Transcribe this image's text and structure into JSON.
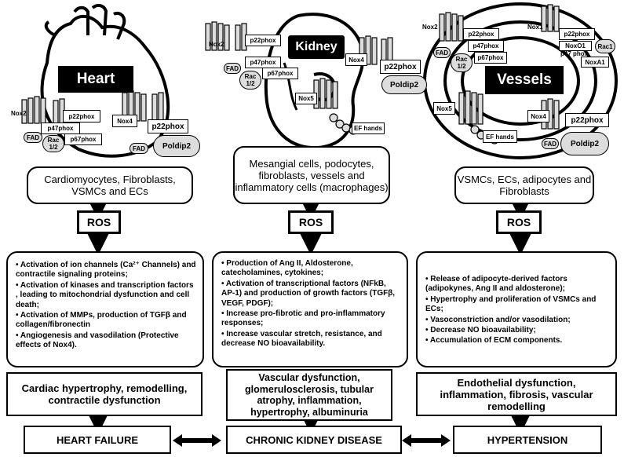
{
  "organs": {
    "heart": {
      "title": "Heart"
    },
    "kidney": {
      "title": "Kidney"
    },
    "vessels": {
      "title": "Vessels"
    }
  },
  "enzyme_labels": {
    "nox1": "Nox1",
    "nox2": "Nox2",
    "nox4": "Nox4",
    "nox5": "Nox5",
    "p22phox": "p22phox",
    "p47phox": "p47phox",
    "p67phox": "p67phox",
    "fad": "FAD",
    "rac": "Rac\n1/2",
    "rac1": "Rac1",
    "noxo1": "NoxO1",
    "p47phox_alt": "p47 phox",
    "noxa1": "NoxA1",
    "poldip2": "Poldip2",
    "ef_hands": "EF hands"
  },
  "cells": {
    "heart": "Cardiomyocytes, Fibroblasts, VSMCs and ECs",
    "kidney": "Mesangial cells, podocytes, fibroblasts, vessels and inflammatory cells (macrophages)",
    "vessels": "VSMCs, ECs, adipocytes and Fibroblasts"
  },
  "ros_label": "ROS",
  "effects": {
    "heart": [
      "• Activation of ion channels (Ca²⁺ Channels) and contractile signaling proteins;",
      "• Activation of kinases and transcription factors , leading to mitochondrial dysfunction and cell death;",
      "• Activation of MMPs, production of TGFβ and collagen/fibronectin",
      "• Angiogenesis and vasodilation (Protective effects of Nox4)."
    ],
    "kidney": [
      "• Production of Ang II, Aldosterone, catecholamines, cytokines;",
      "• Activation of transcriptional factors (NFkB, AP-1) and production of growth factors (TGFβ, VEGF, PDGF);",
      "• Increase pro-fibrotic and pro-inflammatory responses;",
      "• Increase vascular stretch, resistance, and decrease NO bioavailability."
    ],
    "vessels": [
      "• Release of adipocyte-derived factors (adipokynes, Ang II and aldosterone);",
      "• Hypertrophy and proliferation of VSMCs and ECs;",
      "• Vasoconstriction and/or vasodilation;",
      "• Decrease NO bioavailability;",
      "• Accumulation of ECM components."
    ]
  },
  "outcomes": {
    "heart": "Cardiac hypertrophy, remodelling, contractile dysfunction",
    "kidney": "Vascular dysfunction, glomerulosclerosis, tubular atrophy, inflammation, hypertrophy, albuminuria",
    "vessels": "Endothelial dysfunction, inflammation, fibrosis, vascular remodelling"
  },
  "diseases": {
    "heart": "HEART FAILURE",
    "kidney": "CHRONIC KIDNEY DISEASE",
    "vessels": "HYPERTENSION"
  }
}
